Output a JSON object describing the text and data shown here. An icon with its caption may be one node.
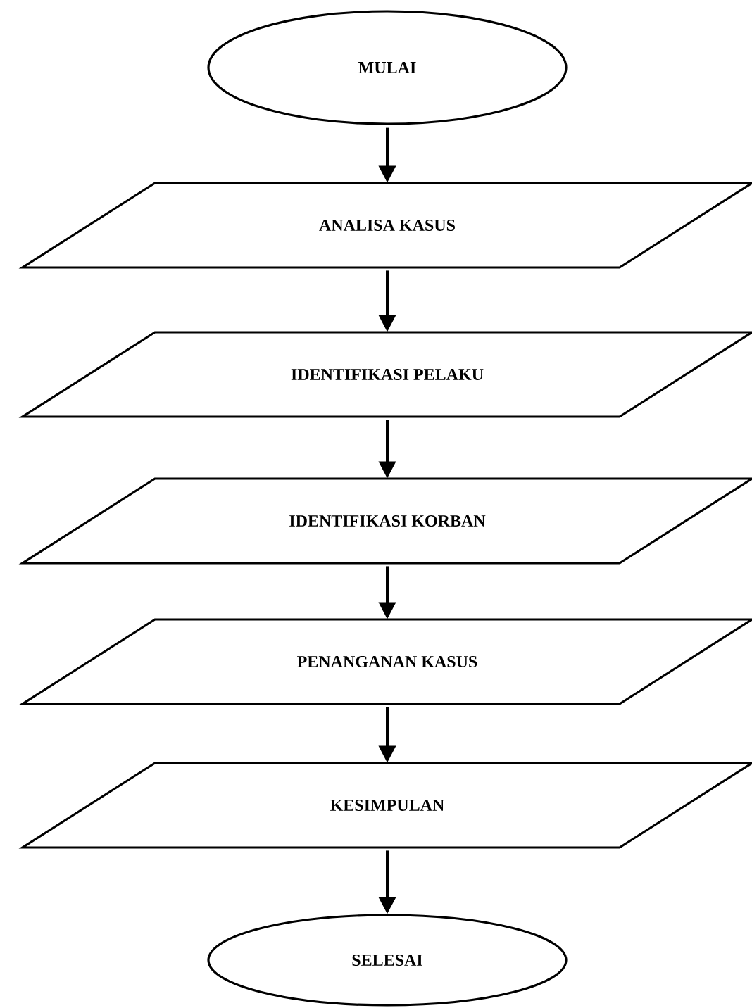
{
  "diagram": {
    "nodes": [
      {
        "text": [
          "MULAI"
        ]
      },
      {
        "text": [
          "ANALISA KASUS"
        ]
      },
      {
        "text": [
          "IDENTIFIKASI PELAKU"
        ]
      },
      {
        "text": [
          "IDENTIFIKASI KORBAN"
        ]
      },
      {
        "text": [
          "PENANGANAN KASUS"
        ]
      },
      {
        "text": [
          "KESIMPULAN"
        ]
      },
      {
        "text": [
          "SELESAI"
        ]
      }
    ],
    "edges": [
      {
        "from": 0,
        "to": 1,
        "arrow": "to"
      },
      {
        "from": 1,
        "to": 2,
        "arrow": "to"
      },
      {
        "from": 2,
        "to": 3,
        "arrow": "to"
      },
      {
        "from": 3,
        "to": 4,
        "arrow": "to"
      },
      {
        "from": 4,
        "to": 5,
        "arrow": "to"
      },
      {
        "from": 5,
        "to": 6,
        "arrow": "to"
      }
    ]
  }
}
